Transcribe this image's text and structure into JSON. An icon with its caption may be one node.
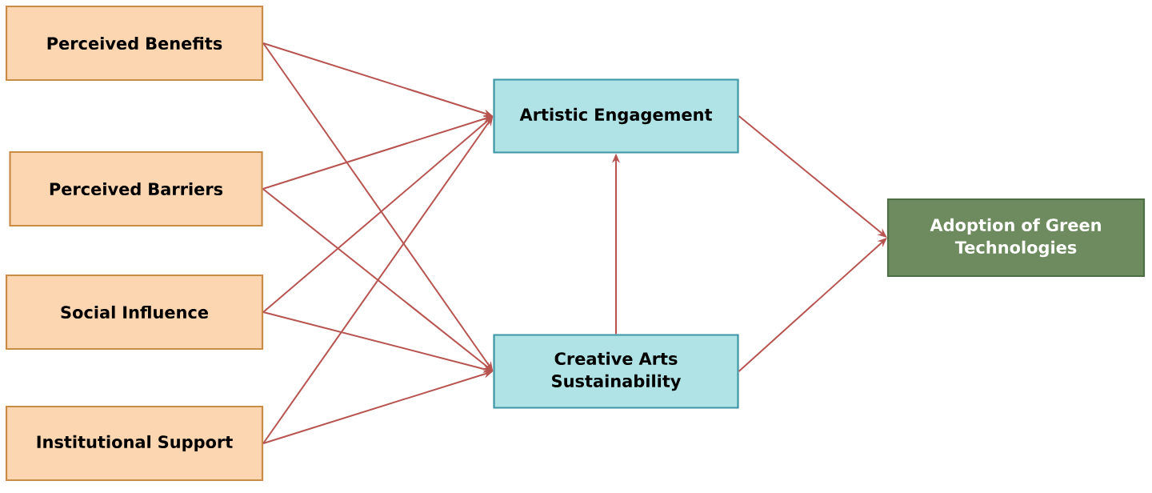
{
  "diagram": {
    "nodes": [
      {
        "text": [
          "Perceived Benefits"
        ]
      },
      {
        "text": [
          "Perceived Barriers"
        ]
      },
      {
        "text": [
          "Social Influence"
        ]
      },
      {
        "text": [
          "Institutional Support"
        ]
      },
      {
        "text": [
          "Artistic Engagement"
        ]
      },
      {
        "text": [
          "Creative Arts Sustainability"
        ]
      },
      {
        "text": [
          "Adoption of Green Technologies"
        ]
      }
    ],
    "edges": [
      {
        "from": 0,
        "to": 4,
        "arrow": "to"
      },
      {
        "from": 0,
        "to": 5,
        "arrow": "to"
      },
      {
        "from": 1,
        "to": 4,
        "arrow": "to"
      },
      {
        "from": 1,
        "to": 5,
        "arrow": "to"
      },
      {
        "from": 2,
        "to": 4,
        "arrow": "to"
      },
      {
        "from": 2,
        "to": 5,
        "arrow": "to"
      },
      {
        "from": 3,
        "to": 4,
        "arrow": "to"
      },
      {
        "from": 3,
        "to": 5,
        "arrow": "to"
      },
      {
        "from": 5,
        "to": 4,
        "arrow": "to"
      },
      {
        "from": 4,
        "to": 6,
        "arrow": "to"
      },
      {
        "from": 5,
        "to": 6,
        "arrow": "to"
      }
    ]
  }
}
